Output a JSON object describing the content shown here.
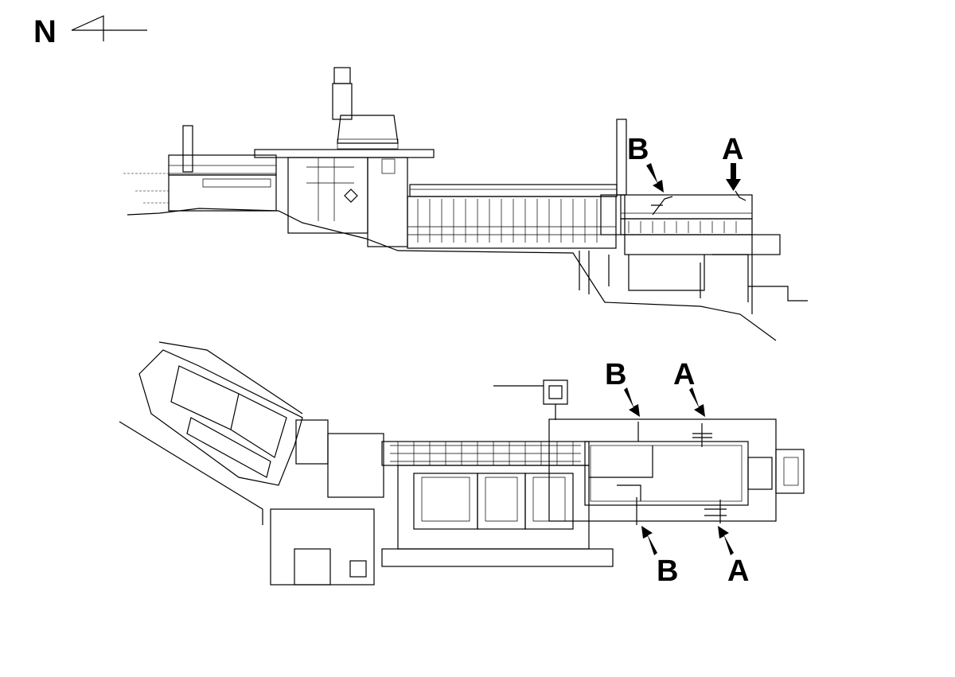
{
  "north_arrow": {
    "label": "N"
  },
  "elevation": {
    "markers": [
      {
        "label": "B"
      },
      {
        "label": "A"
      }
    ]
  },
  "plan": {
    "markers": [
      {
        "label": "B"
      },
      {
        "label": "A"
      },
      {
        "label": "B"
      },
      {
        "label": "A"
      }
    ]
  },
  "colors": {
    "ink": "#000000",
    "background": "#ffffff"
  }
}
